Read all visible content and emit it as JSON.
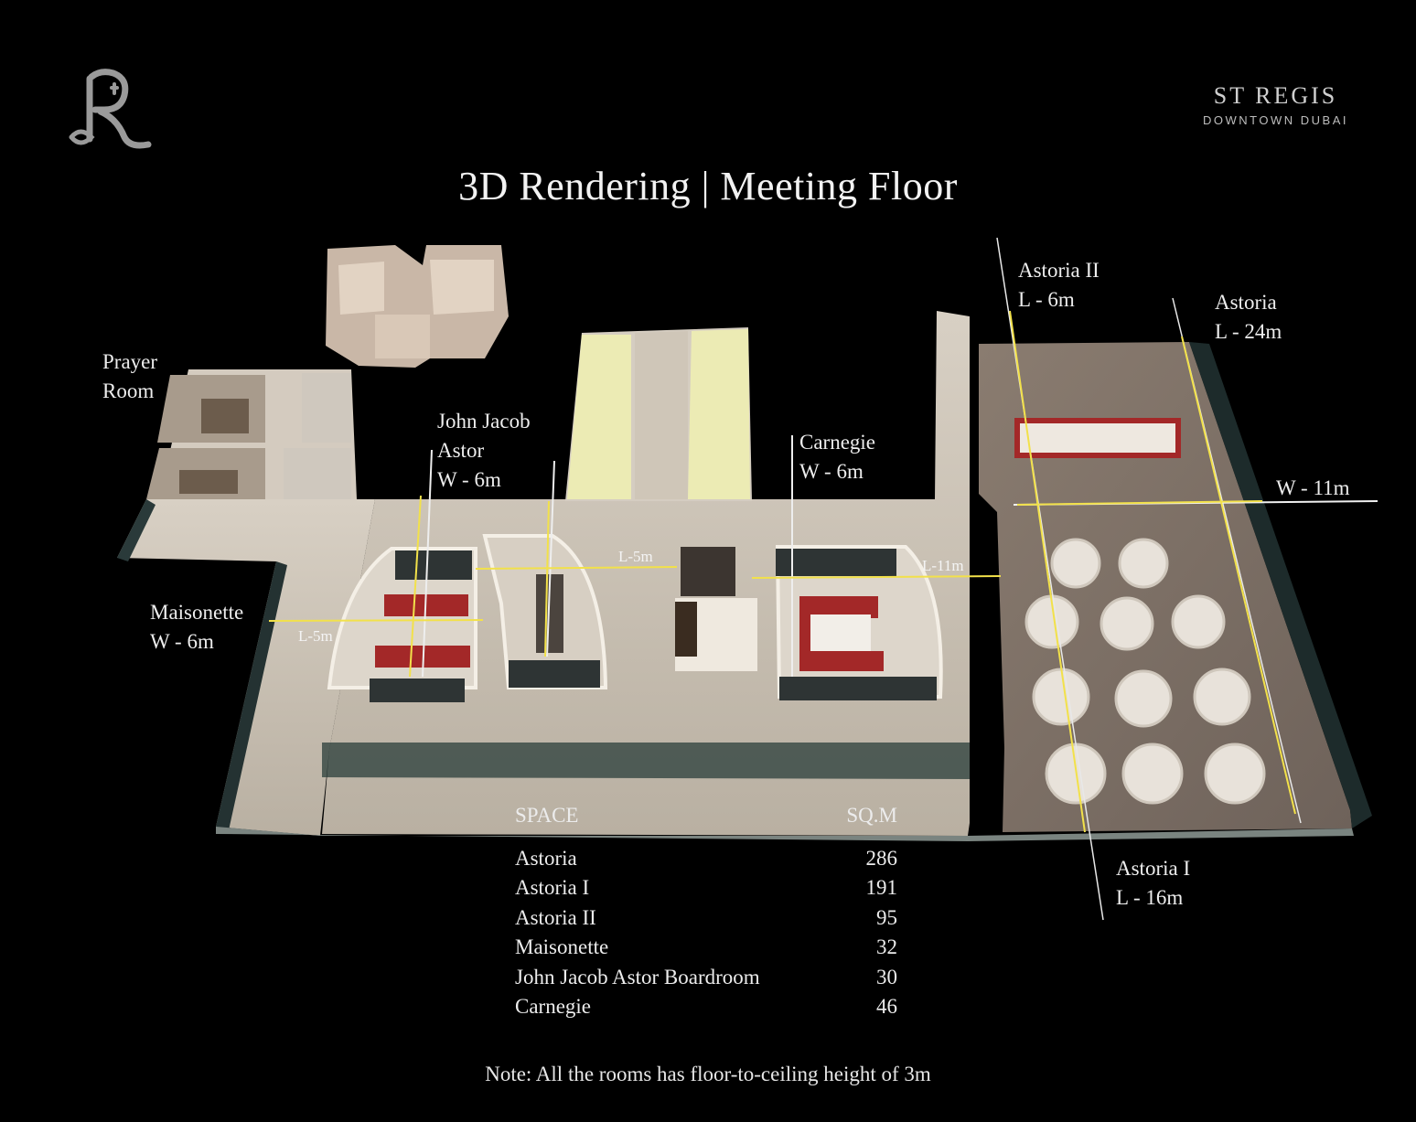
{
  "title": "3D Rendering | Meeting Floor",
  "brand": {
    "name": "ST REGIS",
    "subtitle": "DOWNTOWN DUBAI",
    "logo_icon": "st-regis-monogram-icon"
  },
  "labels": {
    "prayer_room": [
      "Prayer",
      "Room"
    ],
    "john_jacob": [
      "John Jacob",
      "Astor",
      "W - 6m"
    ],
    "carnegie": [
      "Carnegie",
      "W - 6m"
    ],
    "astoria_ii": [
      "Astoria II",
      "L - 6m"
    ],
    "astoria": [
      "Astoria",
      "L - 24m"
    ],
    "w_11m": "W - 11m",
    "maisonette": [
      "Maisonette",
      "W - 6m"
    ],
    "l_5m_left": "L-5m",
    "l_5m_mid": "L-5m",
    "l_11m": "L-11m",
    "astoria_i": [
      "Astoria I",
      "L - 16m"
    ]
  },
  "table": {
    "header": {
      "space": "SPACE",
      "sqm": "SQ.M"
    },
    "rows": [
      {
        "space": "Astoria",
        "sqm": "286"
      },
      {
        "space": "Astoria I",
        "sqm": "191"
      },
      {
        "space": "Astoria II",
        "sqm": "95"
      },
      {
        "space": "Maisonette",
        "sqm": "32"
      },
      {
        "space": "John Jacob Astor Boardroom",
        "sqm": "30"
      },
      {
        "space": "Carnegie",
        "sqm": "46"
      }
    ]
  },
  "note": "Note: All the rooms has floor-to-ceiling height of 3m",
  "colors": {
    "background": "#000000",
    "dimension_line": "#f2e14a",
    "floor": "#d9d2c6",
    "wall": "#efe9df",
    "glass": "#1e2e2e"
  }
}
